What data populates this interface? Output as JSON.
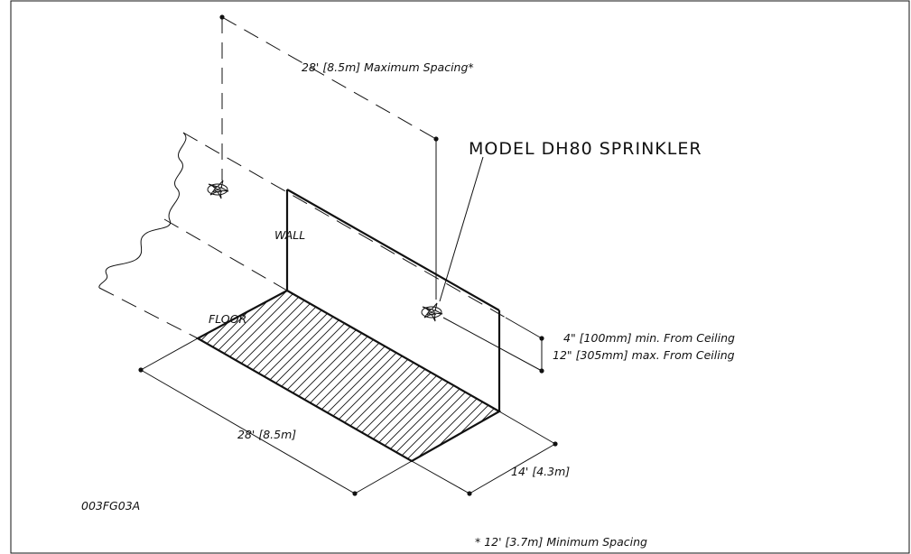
{
  "drawing": {
    "title": "MODEL DH80 SPRINKLER",
    "max_spacing": "28' [8.5m] Maximum Spacing*",
    "wall_label": "WALL",
    "floor_label": "FLOOR",
    "min_from_ceiling": "4\" [100mm] min. From Ceiling",
    "max_from_ceiling": "12\" [305mm] max. From Ceiling",
    "length_dim": "28' [8.5m]",
    "width_dim": "14' [4.3m]",
    "figure_code": "003FG03A",
    "footnote": "* 12' [3.7m] Minimum Spacing"
  }
}
